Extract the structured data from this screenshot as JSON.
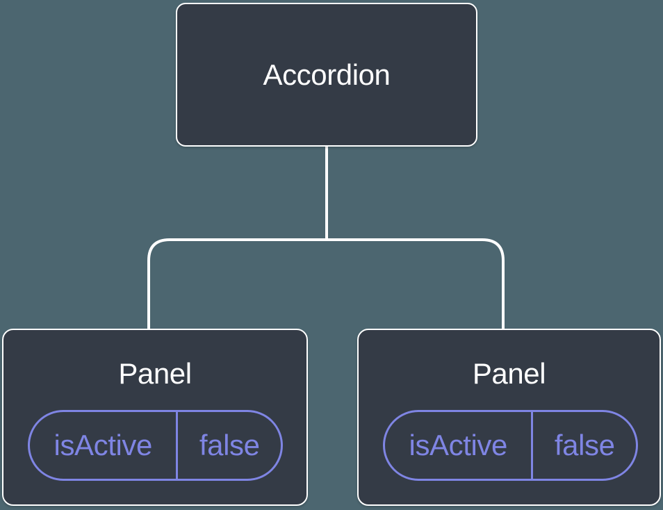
{
  "colors": {
    "background": "#4C6670",
    "node_fill": "#343B46",
    "node_border": "#FFFFFF",
    "label_text": "#FFFFFF",
    "accent_purple": "#7F85E4"
  },
  "root": {
    "label": "Accordion"
  },
  "panels": [
    {
      "title": "Panel",
      "state": {
        "name": "isActive",
        "value": "false"
      }
    },
    {
      "title": "Panel",
      "state": {
        "name": "isActive",
        "value": "false"
      }
    }
  ]
}
